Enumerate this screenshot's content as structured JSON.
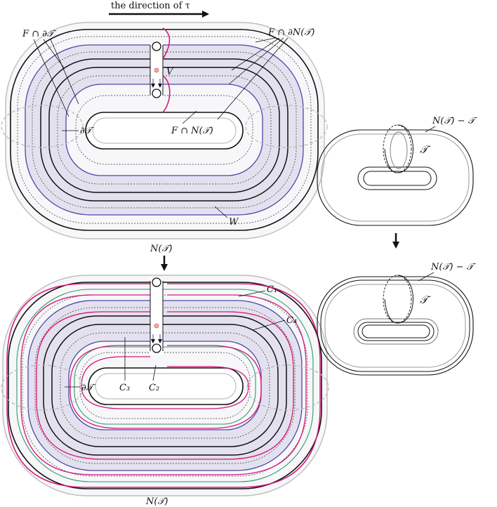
{
  "labels": {
    "direction": "the direction of τ",
    "f_cap_boundary_T": "F ∩ ∂𝒯",
    "f_cap_boundary_N": "F ∩ ∂N(𝒯)",
    "v": "V",
    "boundary_T_top": "∂𝒯",
    "f_cap_N": "F ∩ N(𝒯)",
    "w": "W",
    "n_T_top": "N(𝒯)",
    "n_minus_T_top": "N(𝒯) − 𝒯",
    "T_top": "𝒯",
    "c1": "C₁",
    "c4": "C₄",
    "c3": "C₃",
    "c2": "C₂",
    "boundary_T_bottom": "∂𝒯",
    "n_T_bottom": "N(𝒯)",
    "n_minus_T_bottom": "N(𝒯) − 𝒯",
    "T_bottom": "𝒯"
  },
  "colors": {
    "shade_outer": "#f6f6f8",
    "shade_band": "#e4e1ef",
    "blue": "#4a4aa8",
    "magenta": "#d6187a",
    "green": "#2e9a6a",
    "gray": "#b8b8b8",
    "black": "#111111"
  }
}
